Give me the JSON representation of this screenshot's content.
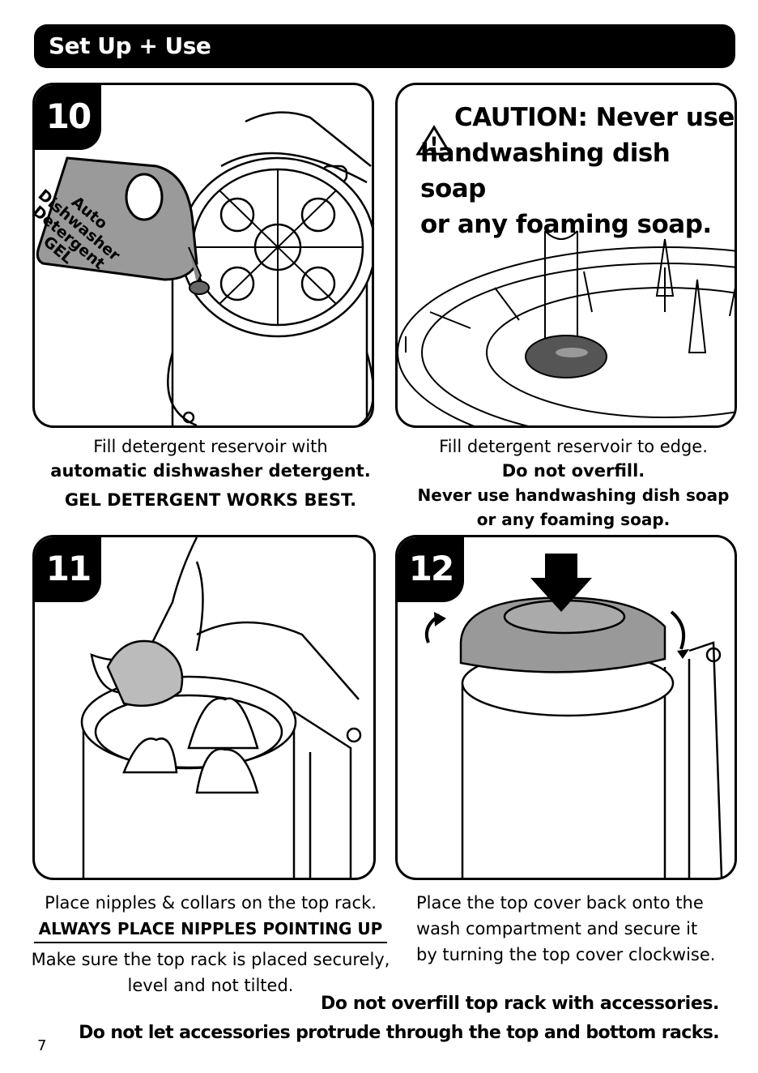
{
  "header": {
    "title": "Set Up + Use"
  },
  "step10": {
    "number": "10",
    "bottle_label": [
      "Auto",
      "Dishwasher",
      "Detergent",
      "GEL"
    ],
    "caption": {
      "line1": "Fill detergent reservoir with",
      "line2": "automatic dishwasher detergent.",
      "line3": "GEL DETERGENT WORKS BEST."
    }
  },
  "caution_panel": {
    "line1": "CAUTION: Never use",
    "line2": "handwashing dish soap",
    "line3": "or any foaming soap.",
    "caption": {
      "line1": "Fill detergent reservoir to edge.",
      "line2": "Do not overfill.",
      "line3": "Never use handwashing dish soap",
      "line4": "or any foaming soap."
    }
  },
  "step11": {
    "number": "11",
    "caption": {
      "line1": "Place nipples & collars on the top rack.",
      "line2": "ALWAYS PLACE NIPPLES POINTING UP",
      "line3": "Make sure the top rack is placed securely,",
      "line4": "level and not tilted."
    }
  },
  "step12": {
    "number": "12",
    "caption": {
      "line1": "Place the top cover back onto the",
      "line2": "wash compartment and secure it",
      "line3": "by turning the top cover clockwise."
    }
  },
  "warnings": {
    "line1": "Do not overfill top rack with accessories.",
    "line2": "Do not let accessories protrude through the top and bottom racks."
  },
  "page_number": "7"
}
